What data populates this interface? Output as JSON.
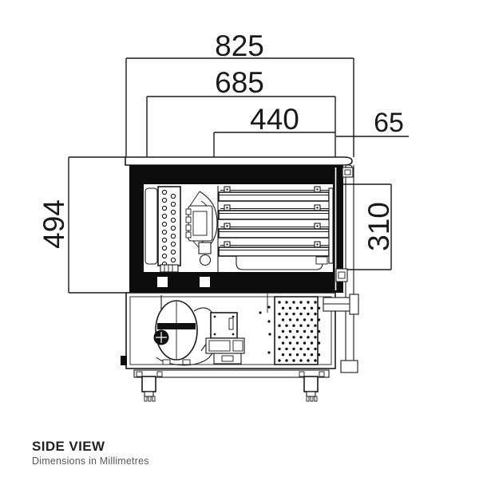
{
  "drawing": {
    "type": "technical-dimension-drawing-side-view",
    "subject": "refrigerated-counter-blast-chiller-side-section",
    "dimension_labels": {
      "overall_depth": "825",
      "body_depth": "685",
      "tray_area_depth": "440",
      "rear_offset": "65",
      "upper_section_height": "494",
      "chamber_opening_height": "310"
    },
    "line_color": "#1a1a1a",
    "insulation_color": "#0c0c0c",
    "background_color": "#ffffff"
  },
  "footer": {
    "title": "SIDE VIEW",
    "subtitle": "Dimensions in Millimetres",
    "title_color": "#231f20",
    "subtitle_color": "#58595b"
  }
}
